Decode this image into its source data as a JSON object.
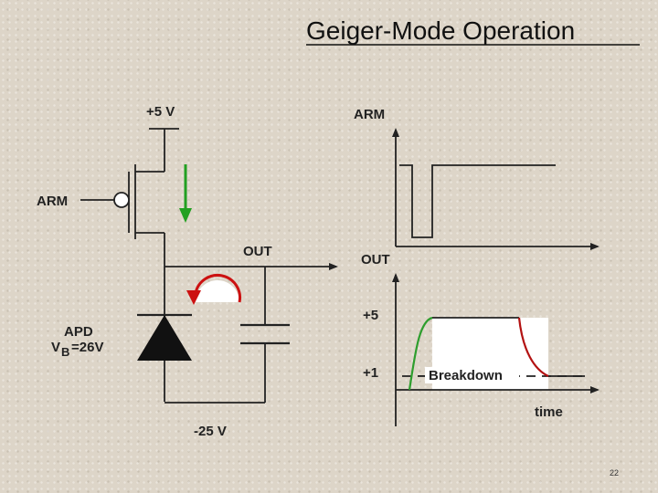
{
  "title": "Geiger-Mode Operation",
  "circuit": {
    "vplus": "+5 V",
    "arm": "ARM",
    "out": "OUT",
    "apd": "APD",
    "vb_v": "V",
    "vb_b": "B",
    "vb_val": "=26V",
    "vminus": "-25 V"
  },
  "timing": {
    "arm": "ARM",
    "out": "OUT",
    "plus5": "+5",
    "plus1": "+1",
    "breakdown": "Breakdown",
    "time": "time"
  },
  "colors": {
    "green_arrow": "#22a022",
    "red_arrow": "#cc1111",
    "rising_curve": "#2e9e2e",
    "falling_curve": "#b31212"
  },
  "page_number": "22"
}
